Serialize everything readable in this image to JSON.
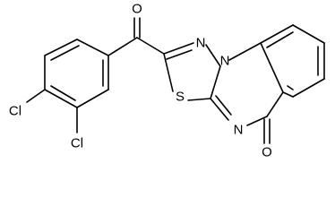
{
  "molecule": {
    "atoms": {
      "carbonyl_oxygen": "O",
      "ring_oxygen": "O",
      "sulfur": "S",
      "nitrogen_triazole": "N",
      "nitrogen_bridge": "N",
      "nitrogen_pyrimidine": "N",
      "chlorine_para": "Cl",
      "chlorine_meta": "Cl"
    },
    "line_color": "#000000",
    "background": "#ffffff"
  }
}
